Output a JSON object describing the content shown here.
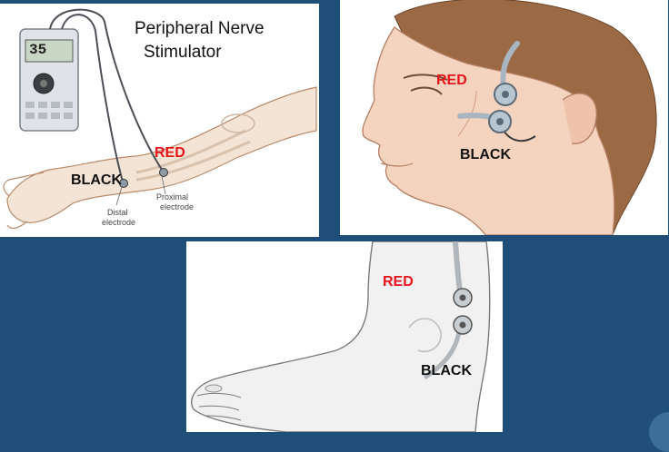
{
  "arm_panel": {
    "title_line1": "Peripheral Nerve",
    "title_line2": "Stimulator",
    "device_display": "35",
    "red_label": "RED",
    "black_label": "BLACK",
    "distal_line1": "Distal",
    "distal_line2": "electrode",
    "proximal_line1": "Proximal",
    "proximal_line2": "electrode"
  },
  "face_panel": {
    "red_label": "RED",
    "black_label": "BLACK"
  },
  "foot_panel": {
    "red_label": "RED",
    "black_label": "BLACK"
  },
  "colors": {
    "background": "#1f4e79",
    "red": "#e8141b",
    "black": "#111111"
  }
}
